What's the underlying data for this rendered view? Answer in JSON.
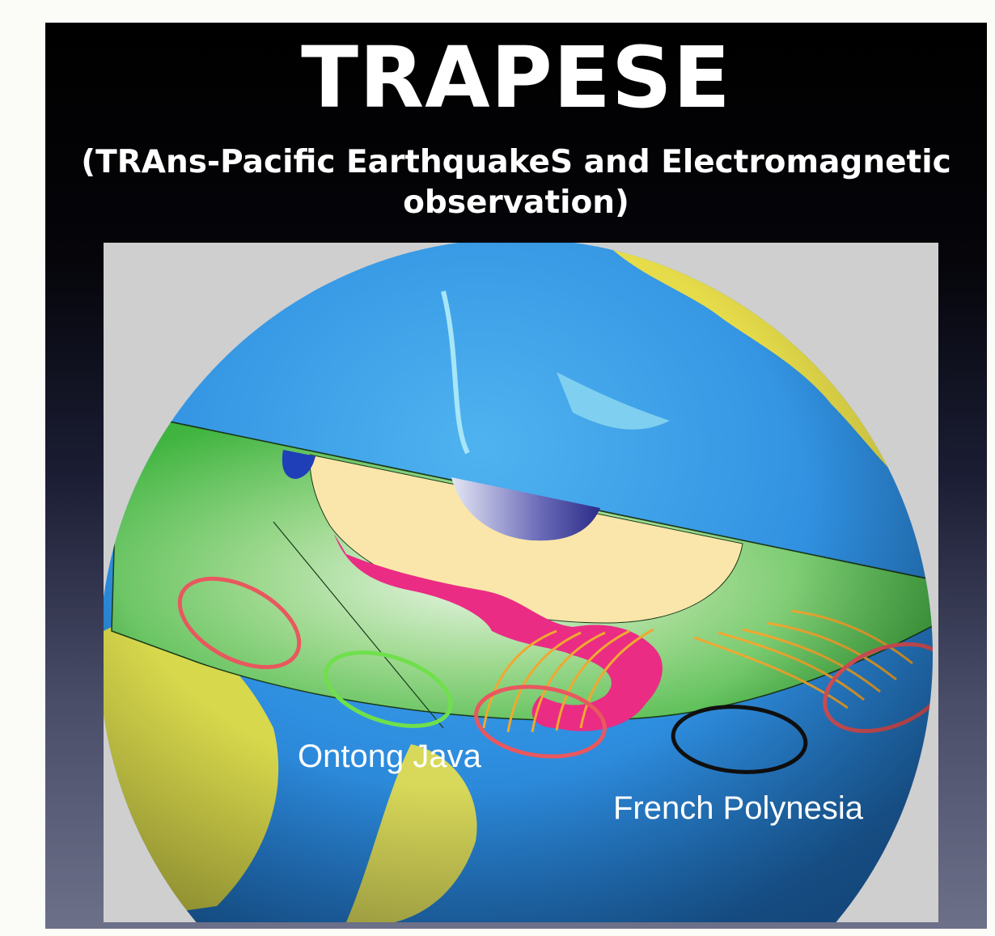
{
  "slide": {
    "title": "TRAPESE",
    "subtitle": "(TRAns-Pacific EarthquakeS and Electromagnetic observation)"
  },
  "figure": {
    "labels": {
      "ontong_java": "Ontong Java",
      "french_polynesia": "French Polynesia"
    },
    "colors": {
      "ocean": "#2f8fe0",
      "land": "#e6dc4a",
      "mantle_cut": "#3fbd3f",
      "outer_core": "#fae6aa",
      "inner_core": "#3c3c9a",
      "plume": "#ea2c84",
      "ray_paths": "#f0a830",
      "circle_red": "#e8585e",
      "circle_green": "#6fe04c",
      "circle_black": "#111111"
    },
    "icons": [
      "globe-cutaway",
      "seismic-ray-paths",
      "region-circles"
    ]
  }
}
